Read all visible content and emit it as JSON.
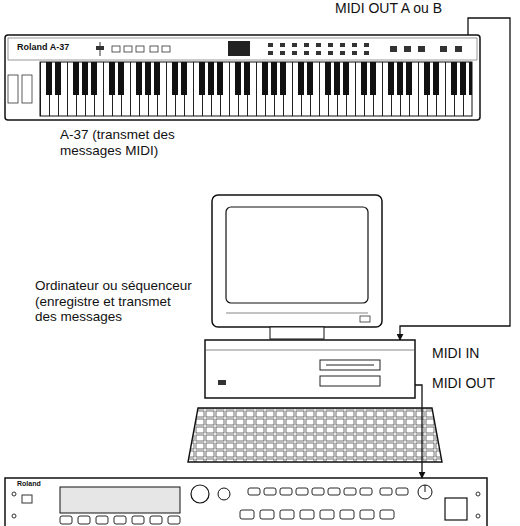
{
  "diagram": {
    "nodes": [
      {
        "text": [
          "Roland A-37",
          "A-37 (transmet des messages MIDI)"
        ]
      },
      {
        "text": [
          "Ordinateur ou séquenceur (enregistre et transmet des messages"
        ]
      },
      {
        "text": [
          "Roland"
        ]
      }
    ],
    "edges": [
      {
        "from": 0,
        "to": 1,
        "arrow": "to",
        "label": "MIDI OUT A ou B"
      },
      {
        "from": 1,
        "to": 2,
        "arrow": "to",
        "label": "MIDI OUT"
      }
    ],
    "labels": [
      "MIDI IN"
    ]
  }
}
